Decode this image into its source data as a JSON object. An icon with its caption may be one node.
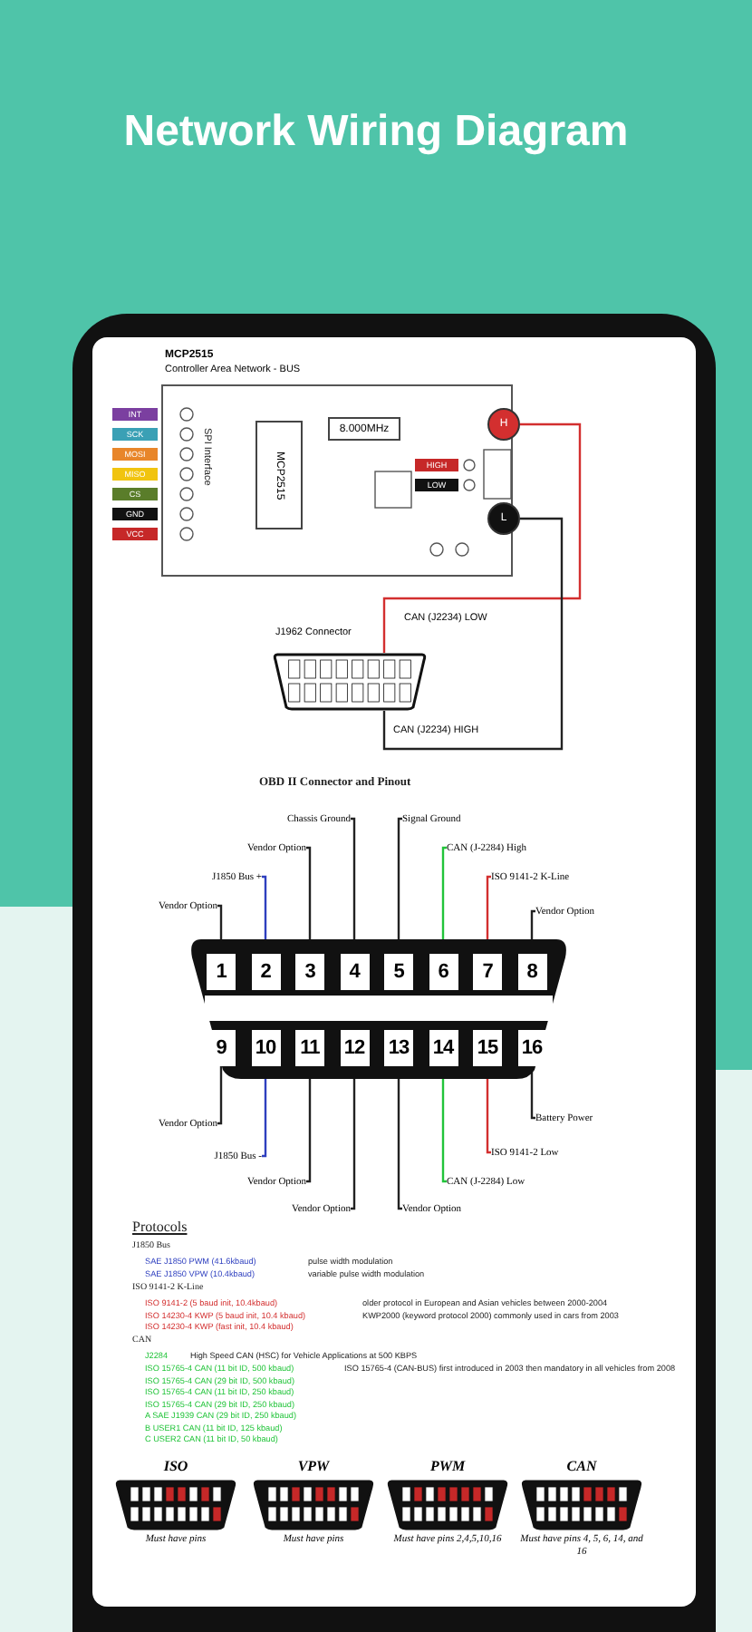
{
  "diagram": {
    "title": "Network Wiring Diagram",
    "nodes": [
      {
        "text": [
          "MCP2515",
          "Controller Area Network - BUS"
        ]
      },
      {
        "text": [
          "MCP2515"
        ],
        "in": 0
      },
      {
        "text": [
          "8.000MHz"
        ],
        "in": 0
      },
      {
        "text": [
          "H"
        ],
        "in": 0
      },
      {
        "text": [
          "L"
        ],
        "in": 0
      },
      {
        "text": [
          "J1962 Connector"
        ]
      },
      {
        "text": [],
        "shape": "picture"
      },
      {
        "text": [
          "1"
        ],
        "in": 6
      },
      {
        "text": [
          "2"
        ],
        "in": 6
      },
      {
        "text": [
          "3"
        ],
        "in": 6
      },
      {
        "text": [
          "4"
        ],
        "in": 6
      },
      {
        "text": [
          "5"
        ],
        "in": 6
      },
      {
        "text": [
          "6"
        ],
        "in": 6
      },
      {
        "text": [
          "7"
        ],
        "in": 6
      },
      {
        "text": [
          "8"
        ],
        "in": 6
      },
      {
        "text": [
          "9"
        ],
        "in": 6
      },
      {
        "text": [
          "10"
        ],
        "in": 6
      },
      {
        "text": [
          "11"
        ],
        "in": 6
      },
      {
        "text": [
          "12"
        ],
        "in": 6
      },
      {
        "text": [
          "13"
        ],
        "in": 6
      },
      {
        "text": [
          "14"
        ],
        "in": 6
      },
      {
        "text": [
          "15"
        ],
        "in": 6
      },
      {
        "text": [
          "16"
        ],
        "in": 6
      },
      {
        "text": [
          "Vendor Option"
        ]
      },
      {
        "text": [
          "J1850 Bus +"
        ]
      },
      {
        "text": [
          "Vendor Option"
        ]
      },
      {
        "text": [
          "Chassis Ground"
        ]
      },
      {
        "text": [
          "Signal Ground"
        ]
      },
      {
        "text": [
          "CAN (J-2284) High"
        ]
      },
      {
        "text": [
          "ISO 9141-2 K-Line"
        ]
      },
      {
        "text": [
          "Vendor Option"
        ]
      },
      {
        "text": [
          "Vendor Option"
        ]
      },
      {
        "text": [
          "J1850 Bus -"
        ]
      },
      {
        "text": [
          "Vendor Option"
        ]
      },
      {
        "text": [
          "Vendor Option"
        ]
      },
      {
        "text": [
          "Vendor Option"
        ]
      },
      {
        "text": [
          "CAN (J-2284) Low"
        ]
      },
      {
        "text": [
          "ISO 9141-2 Low"
        ]
      },
      {
        "text": [
          "Battery Power"
        ]
      },
      {
        "text": [
          "ISO"
        ],
        "beside": [
          "Must have pins"
        ]
      },
      {
        "text": [
          "VPW"
        ],
        "beside": [
          "Must have pins"
        ]
      },
      {
        "text": [
          "PWM"
        ],
        "beside": [
          "Must have pins 2,4,5,10,16"
        ]
      },
      {
        "text": [
          "CAN"
        ],
        "beside": [
          "Must have pins 4, 5, 6, 14, and 16"
        ]
      }
    ],
    "edges": [
      {
        "from": 3,
        "to": 5,
        "arrow": "none",
        "label": "CAN (J2234) LOW",
        "color": "#d32f2f"
      },
      {
        "from": 4,
        "to": 5,
        "arrow": "none",
        "label": "CAN (J2234) HIGH"
      },
      {
        "from": 23,
        "to": 7,
        "arrow": "none"
      },
      {
        "from": 24,
        "to": 8,
        "arrow": "none",
        "color": "#2e3fbf"
      },
      {
        "from": 25,
        "to": 9,
        "arrow": "none"
      },
      {
        "from": 26,
        "to": 10,
        "arrow": "none"
      },
      {
        "from": 27,
        "to": 11,
        "arrow": "none"
      },
      {
        "from": 28,
        "to": 12,
        "arrow": "none",
        "color": "#22c43a"
      },
      {
        "from": 29,
        "to": 13,
        "arrow": "none",
        "color": "#d32f2f"
      },
      {
        "from": 30,
        "to": 14,
        "arrow": "none"
      },
      {
        "from": 31,
        "to": 15,
        "arrow": "none"
      },
      {
        "from": 32,
        "to": 16,
        "arrow": "none",
        "color": "#2e3fbf"
      },
      {
        "from": 33,
        "to": 17,
        "arrow": "none"
      },
      {
        "from": 34,
        "to": 18,
        "arrow": "none"
      },
      {
        "from": 35,
        "to": 19,
        "arrow": "none"
      },
      {
        "from": 36,
        "to": 20,
        "arrow": "none",
        "color": "#22c43a"
      },
      {
        "from": 37,
        "to": 21,
        "arrow": "none",
        "color": "#d32f2f"
      },
      {
        "from": 38,
        "to": 22,
        "arrow": "none"
      }
    ],
    "labels": [
      "INT",
      "SCK",
      "MOSI",
      "MISO",
      "CS",
      "GND",
      "VCC",
      "SPI Interface",
      "HIGH",
      "LOW",
      "OBD II Connector and Pinout",
      "Protocols",
      "J1850 Bus",
      "SAE J1850 PWM (41.6kbaud)",
      "pulse width modulation",
      "SAE J1850 VPW (10.4kbaud)",
      "variable pulse width modulation",
      "ISO 9141-2 K-Line",
      "ISO 9141-2 (5 baud init, 10.4kbaud)",
      "older protocol in European and Asian vehicles between 2000-2004",
      "ISO 14230-4 KWP (5 baud init, 10.4 kbaud)",
      "KWP2000 (keyword protocol 2000) commonly used in cars from 2003",
      "ISO 14230-4 KWP (fast init, 10.4 kbaud)",
      "CAN",
      "J2284",
      "High Speed CAN (HSC) for Vehicle Applications at 500 KBPS",
      "ISO 15765-4 CAN (11 bit ID, 500 kbaud)",
      "ISO 15765-4 (CAN-BUS) first introduced in 2003 then mandatory in all vehicles from 2008",
      "ISO 15765-4 CAN (29 bit ID, 500 kbaud)",
      "ISO 15765-4 CAN (11 bit ID, 250 kbaud)",
      "ISO 15765-4 CAN (29 bit ID, 250 kbaud)",
      "A SAE J1939 CAN (29 bit ID, 250 kbaud)",
      "B USER1 CAN (11 bit ID, 125 kbaud)",
      "C USER2 CAN (11 bit ID, 50 kbaud)"
    ]
  }
}
